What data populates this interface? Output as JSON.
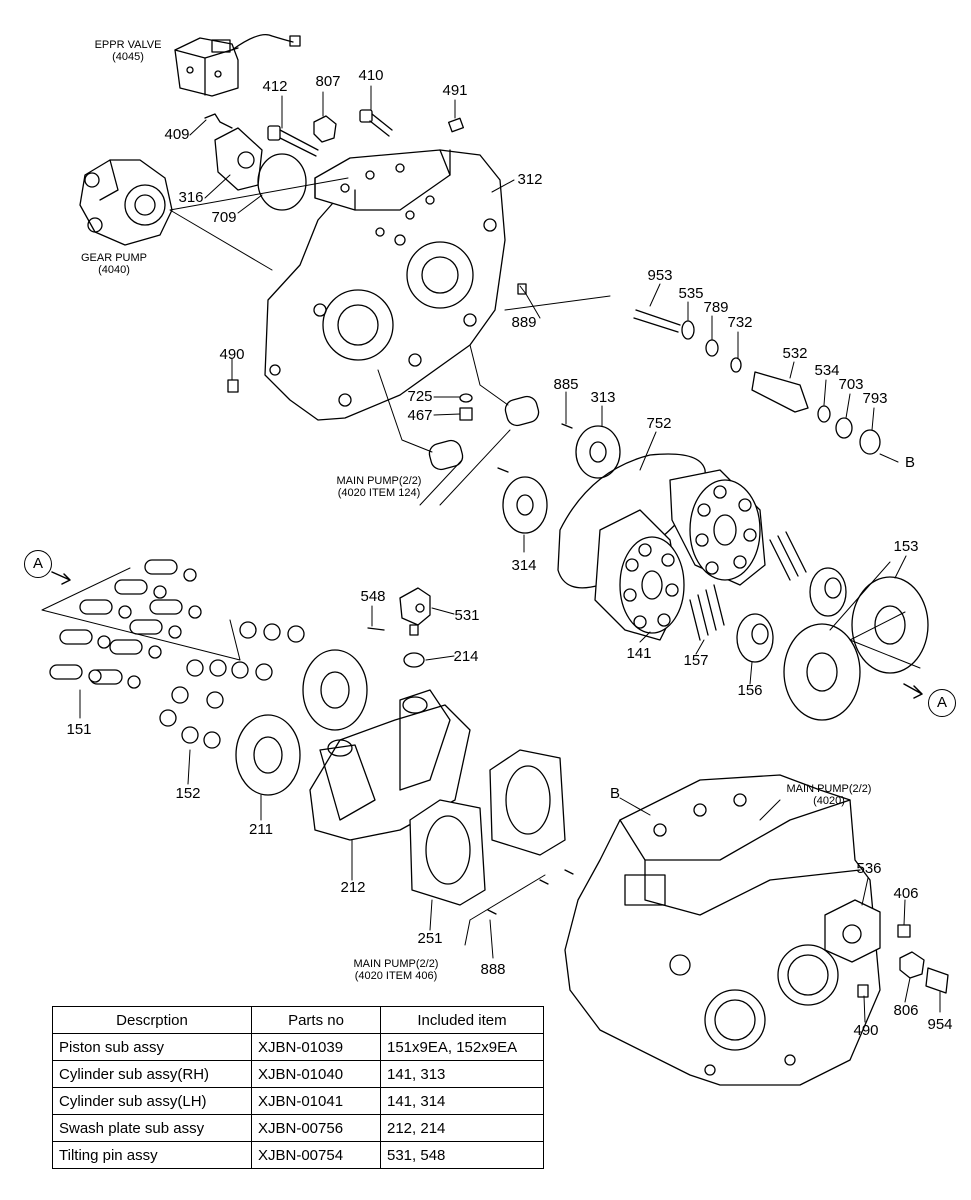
{
  "callouts": {
    "p412": "412",
    "p807": "807",
    "p410": "410",
    "p491": "491",
    "p409": "409",
    "p316": "316",
    "p709": "709",
    "p312": "312",
    "p889": "889",
    "p490a": "490",
    "p725": "725",
    "p467": "467",
    "p953": "953",
    "p535": "535",
    "p789": "789",
    "p732": "732",
    "p532": "532",
    "p534": "534",
    "p703": "703",
    "p793": "793",
    "p885": "885",
    "p313": "313",
    "p752": "752",
    "p314": "314",
    "p141": "141",
    "p157": "157",
    "p156": "156",
    "p153": "153",
    "p151": "151",
    "p152": "152",
    "p548": "548",
    "p531": "531",
    "p214": "214",
    "p211": "211",
    "p212": "212",
    "p251": "251",
    "p888": "888",
    "p536": "536",
    "p406": "406",
    "p490b": "490",
    "p806": "806",
    "p954": "954"
  },
  "markers": {
    "A": "A",
    "B": "B"
  },
  "captions": {
    "eppr_1": "EPPR VALVE",
    "eppr_2": "(4045)",
    "gear_1": "GEAR PUMP",
    "gear_2": "(4040)",
    "mp124_1": "MAIN PUMP(2/2)",
    "mp124_2": "(4020 ITEM 124)",
    "mp406_1": "MAIN PUMP(2/2)",
    "mp406_2": "(4020 ITEM 406)",
    "mp_1": "MAIN PUMP(2/2)",
    "mp_2": "(4020)"
  },
  "table": {
    "headers": [
      "Descrption",
      "Parts no",
      "Included item"
    ],
    "rows": [
      [
        "Piston sub assy",
        "XJBN-01039",
        "151x9EA, 152x9EA"
      ],
      [
        "Cylinder sub assy(RH)",
        "XJBN-01040",
        "141, 313"
      ],
      [
        "Cylinder sub assy(LH)",
        "XJBN-01041",
        "141, 314"
      ],
      [
        "Swash plate sub assy",
        "XJBN-00756",
        "212, 214"
      ],
      [
        "Tilting pin assy",
        "XJBN-00754",
        "531, 548"
      ]
    ]
  }
}
